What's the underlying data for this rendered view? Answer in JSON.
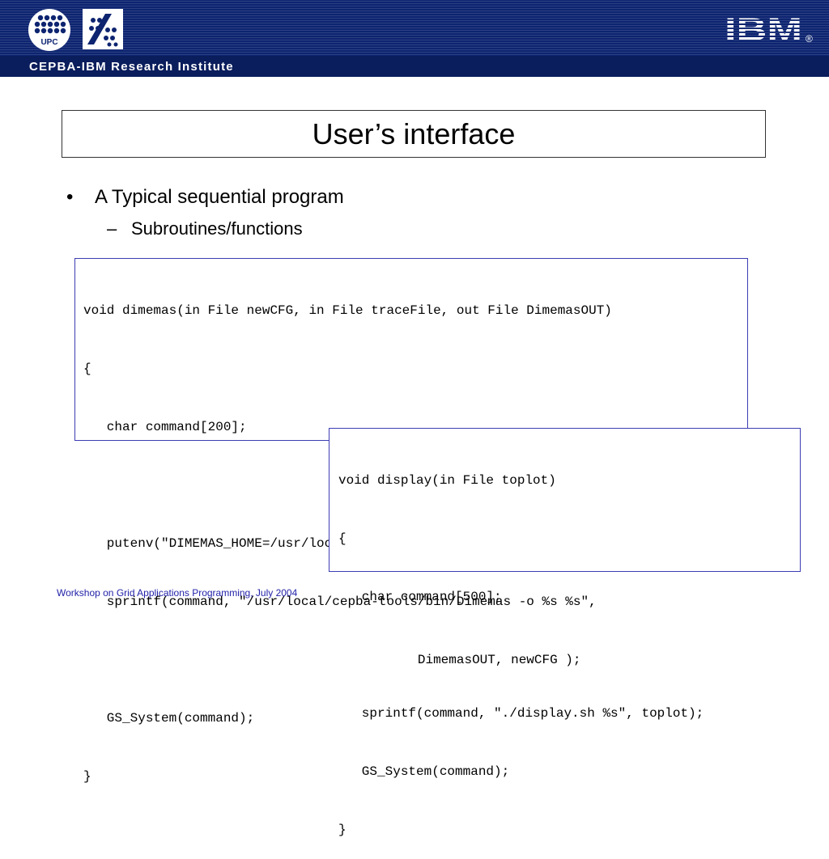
{
  "header": {
    "institute": "CEPBA-IBM Research Institute",
    "upc_label": "UPC",
    "ibm_label": "IBM",
    "registered_mark": "®"
  },
  "slide": {
    "title": "User’s interface",
    "bullet_mark": "•",
    "bullet": "A Typical sequential program",
    "sub_mark": "–",
    "sub_bullet": "Subroutines/functions"
  },
  "code_block_1": [
    "void dimemas(in File newCFG, in File traceFile, out File DimemasOUT)",
    "{",
    "   char command[200];",
    "",
    "   putenv(\"DIMEMAS_HOME=/usr/local/cepba-tools\");",
    "   sprintf(command, \"/usr/local/cepba-tools/bin/Dimemas -o %s %s\",",
    "                                           DimemasOUT, newCFG );",
    "   GS_System(command);",
    "}"
  ],
  "code_block_2": [
    "void display(in File toplot)",
    "{",
    "   char command[500];",
    "",
    "   sprintf(command, \"./display.sh %s\", toplot);",
    "   GS_System(command);",
    "}"
  ],
  "footer": "Workshop on Grid Applications Programming, July 2004",
  "colors": {
    "banner": "#0d2470",
    "code_border": "#3c3cb4",
    "footer_text": "#1f1fa8"
  }
}
